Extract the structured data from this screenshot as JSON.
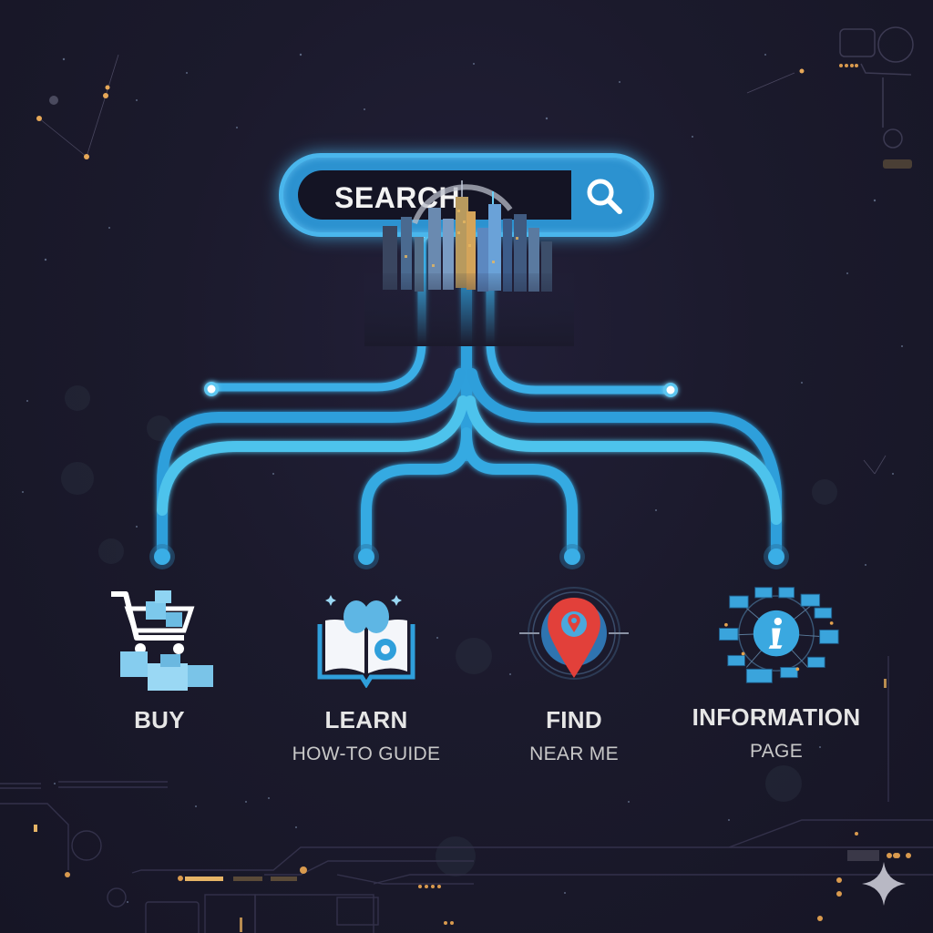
{
  "search": {
    "label": "SEARCH",
    "icon": "magnifier-icon"
  },
  "colors": {
    "background": "#1a1829",
    "accent": "#4ab6ec",
    "accent_dark": "#2c92d0",
    "pin_red": "#e2403a",
    "text": "#e6e6e6",
    "circuit_gold": "#d99a4e"
  },
  "categories": [
    {
      "title": "BUY",
      "subtitle": "",
      "icon": "shopping-cart-icon"
    },
    {
      "title": "LEARN",
      "subtitle": "HOW-TO GUIDE",
      "icon": "book-brain-icon"
    },
    {
      "title": "FIND",
      "subtitle": "NEAR ME",
      "icon": "location-pin-icon"
    },
    {
      "title": "INFORMATION",
      "subtitle": "PAGE",
      "icon": "info-network-icon"
    }
  ],
  "decorations": {
    "corner_mark": "sparkle-icon"
  }
}
